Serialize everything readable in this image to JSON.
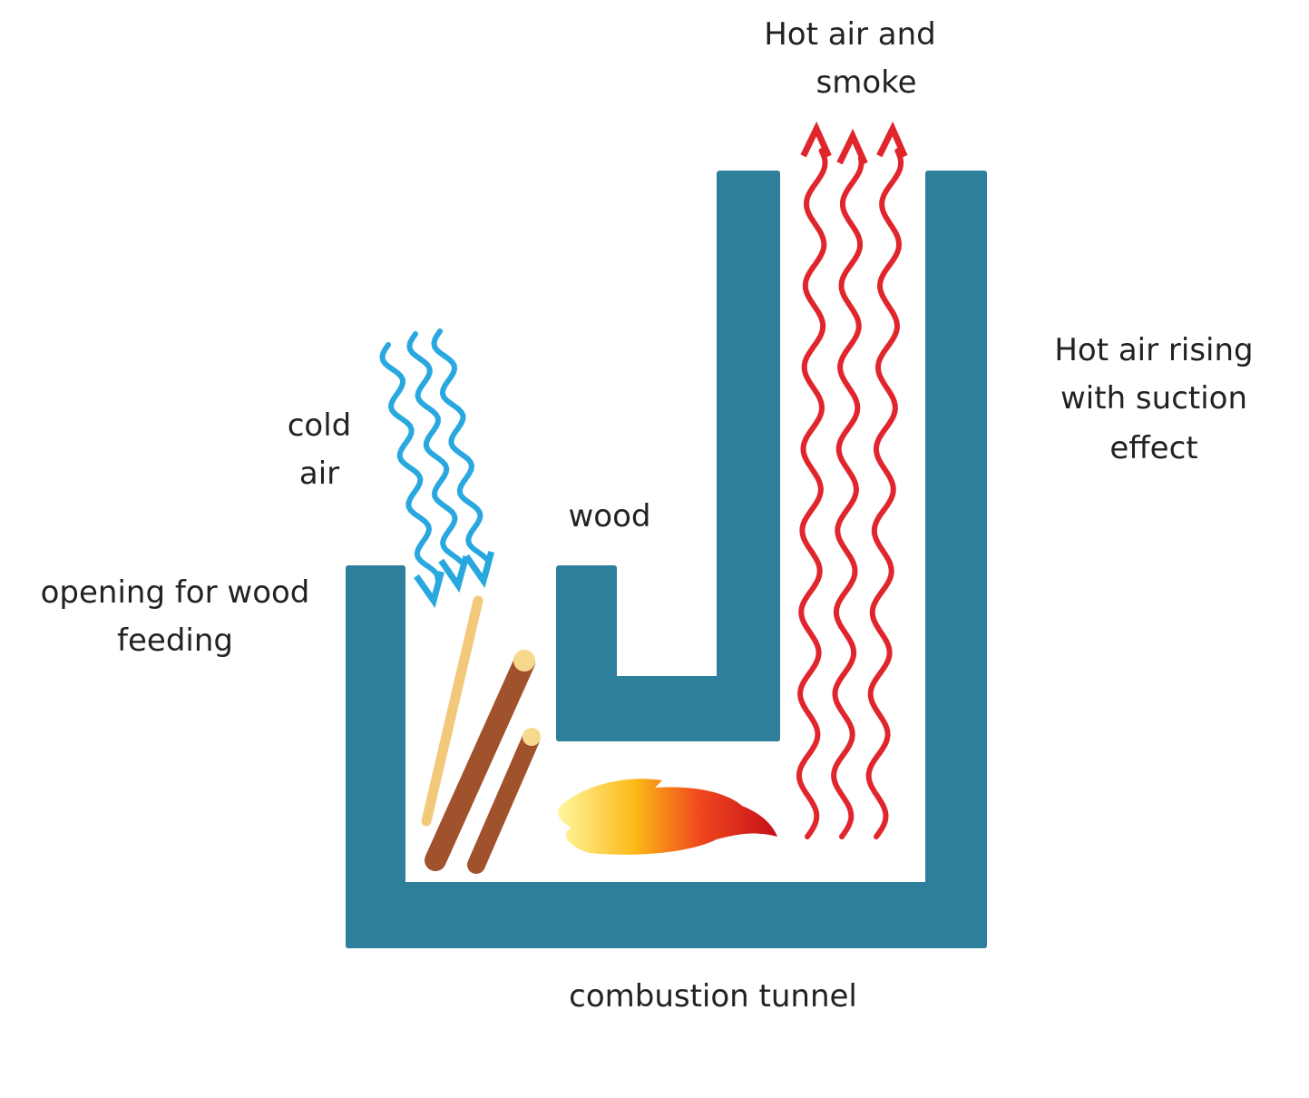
{
  "labels": {
    "hot_air_smoke": [
      "Hot air and",
      "smoke"
    ],
    "hot_air_rising": [
      "Hot air rising",
      "with suction",
      "effect"
    ],
    "cold_air": [
      "cold",
      "air"
    ],
    "wood": "wood",
    "opening": [
      "opening for wood",
      "feeding"
    ],
    "tunnel": "combustion tunnel"
  },
  "colors": {
    "stove": "#2e7f9b",
    "cold_air": "#29a8e0",
    "hot_air": "#e0262c",
    "wood_light": "#f2c97a",
    "wood_dark": "#a0522d"
  }
}
